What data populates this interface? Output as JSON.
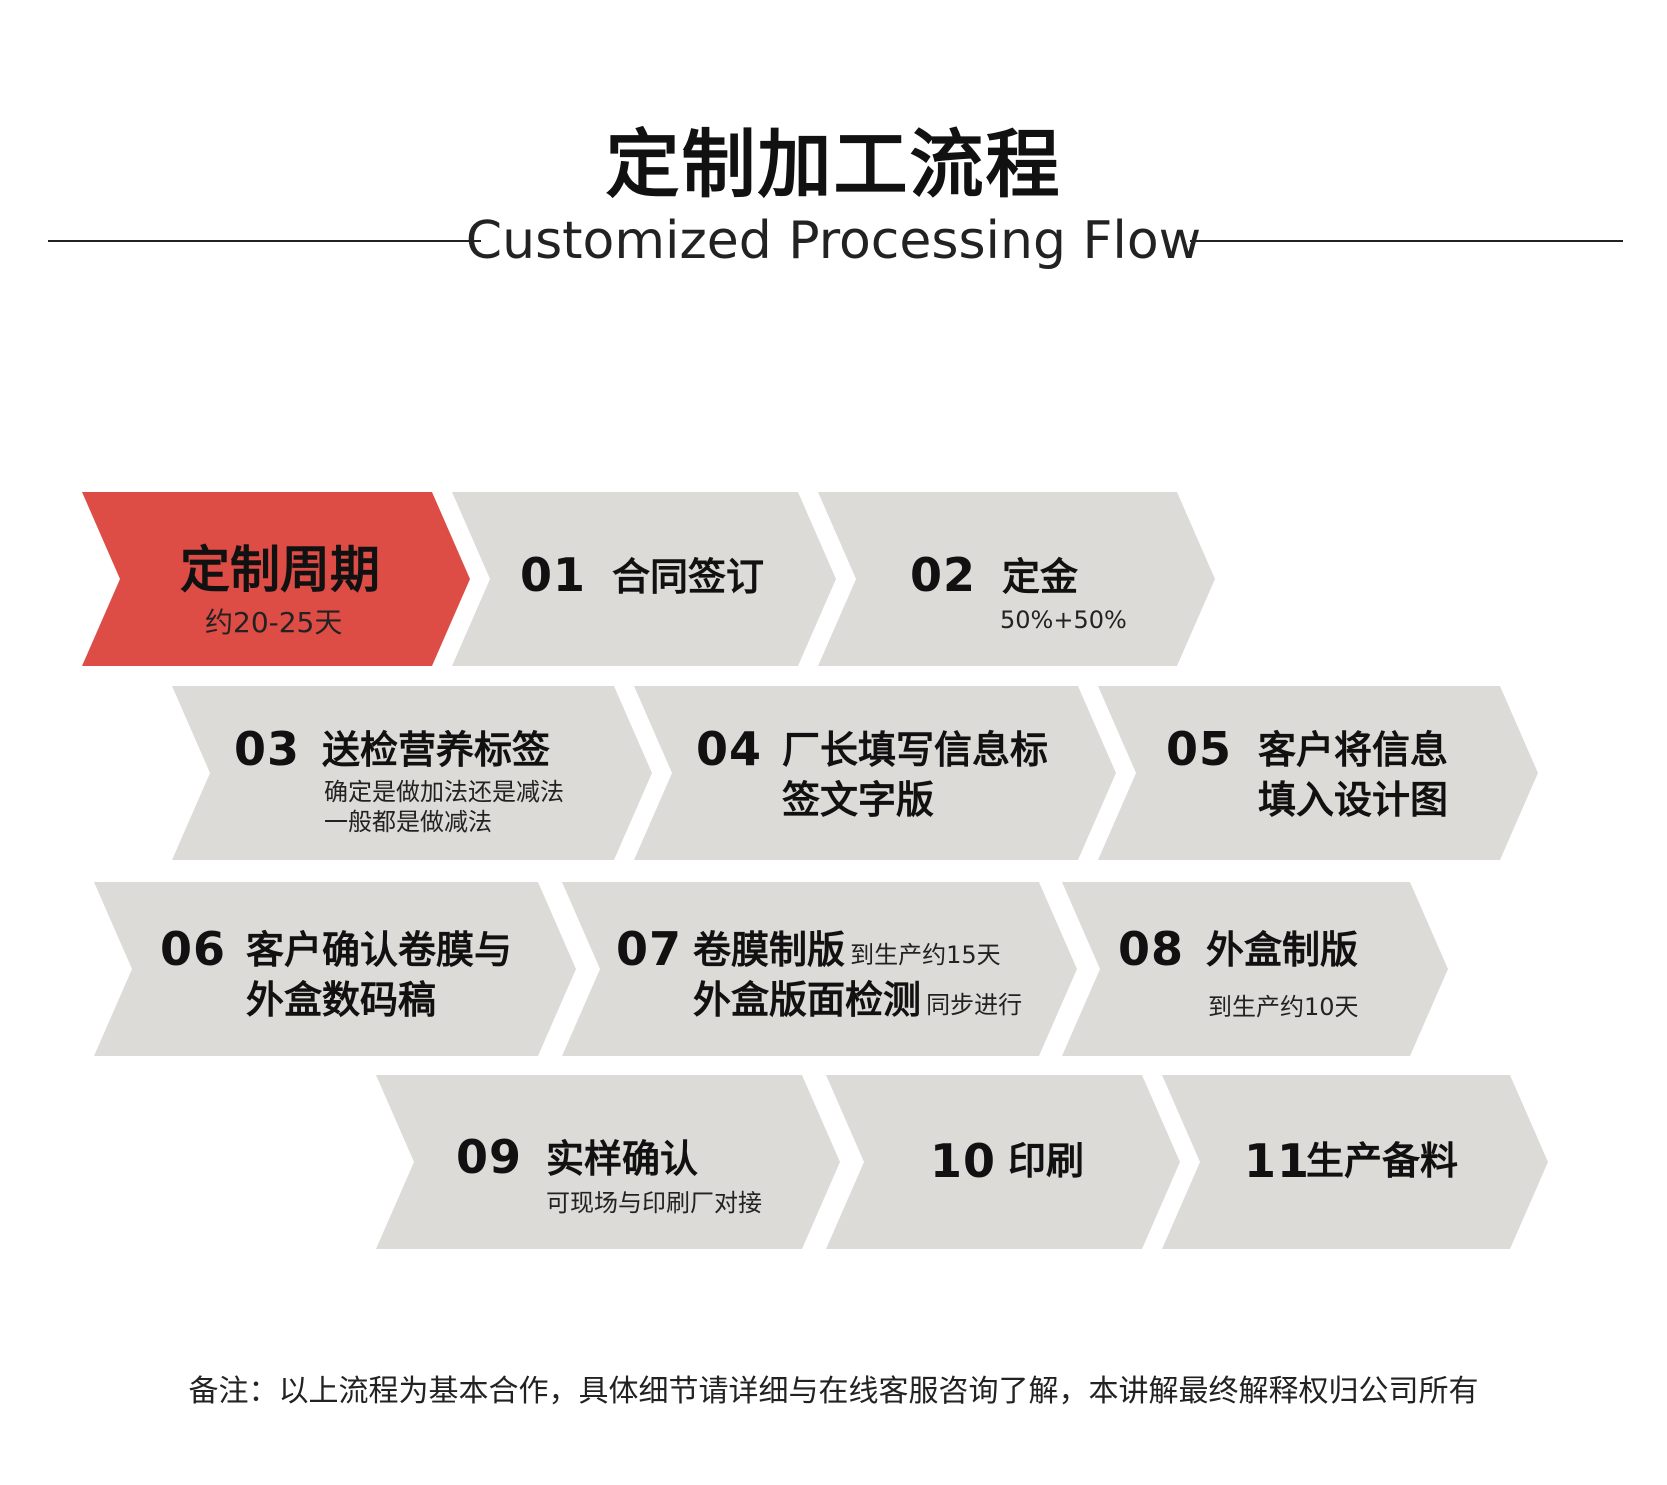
{
  "header": {
    "title_zh": "定制加工流程",
    "title_en": "Customized Processing Flow"
  },
  "cycle": {
    "label": "定制周期",
    "duration": "约20-25天"
  },
  "steps": [
    {
      "num": "01",
      "label": "合同签订"
    },
    {
      "num": "02",
      "label": "定金",
      "note": "50%+50%"
    },
    {
      "num": "03",
      "label": "送检营养标签",
      "note_line1": "确定是做加法还是减法",
      "note_line2": "一般都是做减法"
    },
    {
      "num": "04",
      "label_line1": "厂长填写信息标",
      "label_line2": "签文字版"
    },
    {
      "num": "05",
      "label_line1": "客户将信息",
      "label_line2": "填入设计图"
    },
    {
      "num": "06",
      "label_line1": "客户确认卷膜与",
      "label_line2": "外盒数码稿"
    },
    {
      "num": "07",
      "label_line1": "卷膜制版",
      "note_line1": "到生产约15天",
      "label_line2": "外盒版面检测",
      "note_line2": "同步进行"
    },
    {
      "num": "08",
      "label": "外盒制版",
      "note": "到生产约10天"
    },
    {
      "num": "09",
      "label": "实样确认",
      "note": "可现场与印刷厂对接"
    },
    {
      "num": "10",
      "label": "印刷"
    },
    {
      "num": "11",
      "label": "生产备料"
    }
  ],
  "footnote": "备注：以上流程为基本合作，具体细节请详细与在线客服咨询了解，本讲解最终解释权归公司所有",
  "colors": {
    "accent": "#dd4c45",
    "arrow_fill": "#dddbd8",
    "background": "#ffffff"
  }
}
